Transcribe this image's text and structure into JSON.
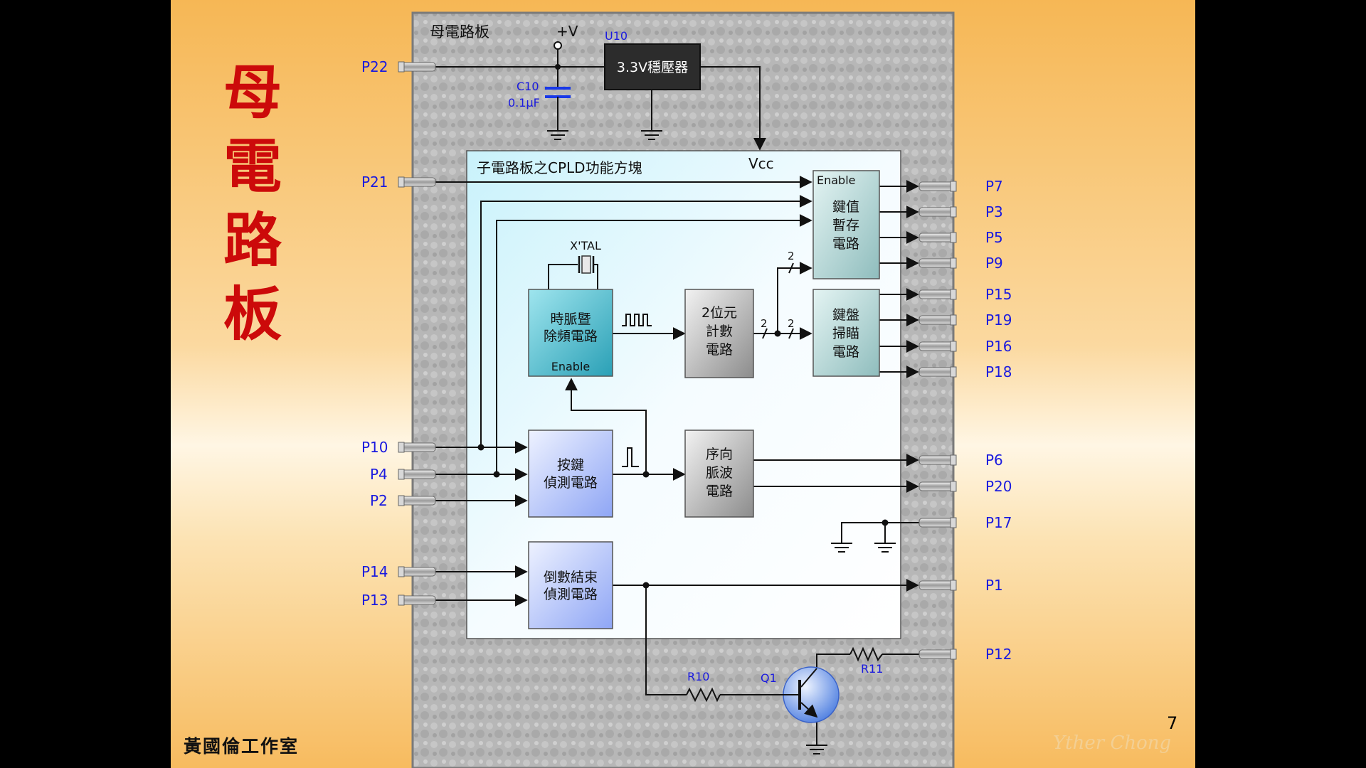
{
  "title": [
    "母",
    "電",
    "路",
    "板"
  ],
  "studio": "黃國倫工作室",
  "signature": "Yther Chong",
  "page_number": "7",
  "board": {
    "label": "母電路板",
    "supply": "+V",
    "regulator_ref": "U10",
    "regulator_label": "3.3V穩壓器",
    "capacitor_ref": "C10",
    "capacitor_value": "0.1μF",
    "vcc_label": "Vcc"
  },
  "cpld": {
    "label": "子電路板之CPLD功能方塊",
    "xtal_label": "X'TAL",
    "bus_width": "2"
  },
  "blocks": {
    "clock": [
      "時脈暨",
      "除頻電路"
    ],
    "clock_enable": "Enable",
    "counter": [
      "2位元",
      "計數",
      "電路"
    ],
    "latch_enable": "Enable",
    "latch": [
      "鍵值",
      "暫存",
      "電路"
    ],
    "scan": [
      "鍵盤",
      "掃瞄",
      "電路"
    ],
    "key_detect": [
      "按鍵",
      "偵測電路"
    ],
    "pulse": [
      "序向",
      "脈波",
      "電路"
    ],
    "countdown": [
      "倒數結束",
      "偵測電路"
    ]
  },
  "pins": {
    "left": [
      "P22",
      "P21",
      "P10",
      "P4",
      "P2",
      "P14",
      "P13"
    ],
    "right": [
      "P7",
      "P3",
      "P5",
      "P9",
      "P15",
      "P19",
      "P16",
      "P18",
      "P6",
      "P20",
      "P17",
      "P1",
      "P12"
    ]
  },
  "transistor": {
    "r10": "R10",
    "q1": "Q1",
    "r11": "R11"
  },
  "colors": {
    "title": "#cc0a0a",
    "pin_label": "#1a1adf",
    "component_label": "#1a1adf",
    "wire": "#111111"
  }
}
